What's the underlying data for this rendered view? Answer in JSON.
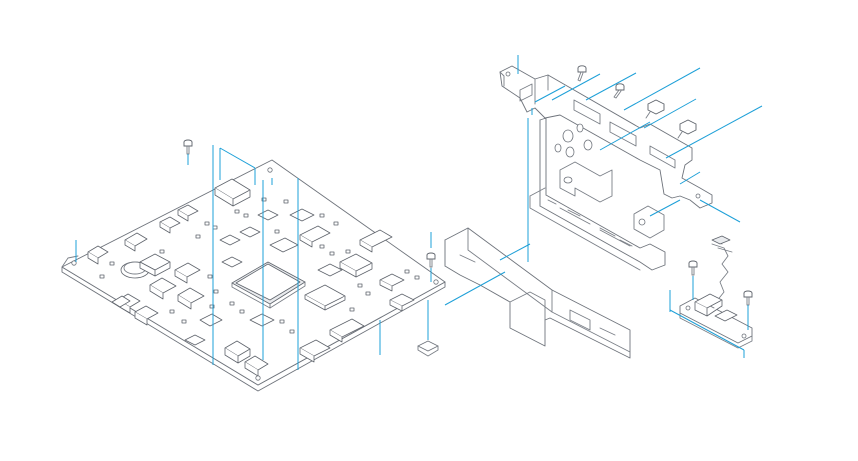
{
  "diagram": {
    "kind": "exploded-assembly-line-drawing",
    "text": [],
    "colors": {
      "background": "#ffffff",
      "line_art": "#6f747c",
      "alignment_guides": "#1ea0d8"
    },
    "parts": [
      {
        "name": "main-logic-board",
        "icon": "circuit-board-icon"
      },
      {
        "name": "rear-io-bracket",
        "icon": "bracket-icon"
      },
      {
        "name": "bracket-screws",
        "icon": "screw-icon",
        "count": 4
      },
      {
        "name": "board-screws",
        "icon": "screw-icon",
        "count": 2
      },
      {
        "name": "plastic-support-frame",
        "icon": "frame-icon"
      },
      {
        "name": "small-connector-clip",
        "icon": "clip-icon"
      },
      {
        "name": "cable-connector-module",
        "icon": "cable-icon"
      },
      {
        "name": "module-screws",
        "icon": "screw-icon",
        "count": 2
      }
    ]
  }
}
